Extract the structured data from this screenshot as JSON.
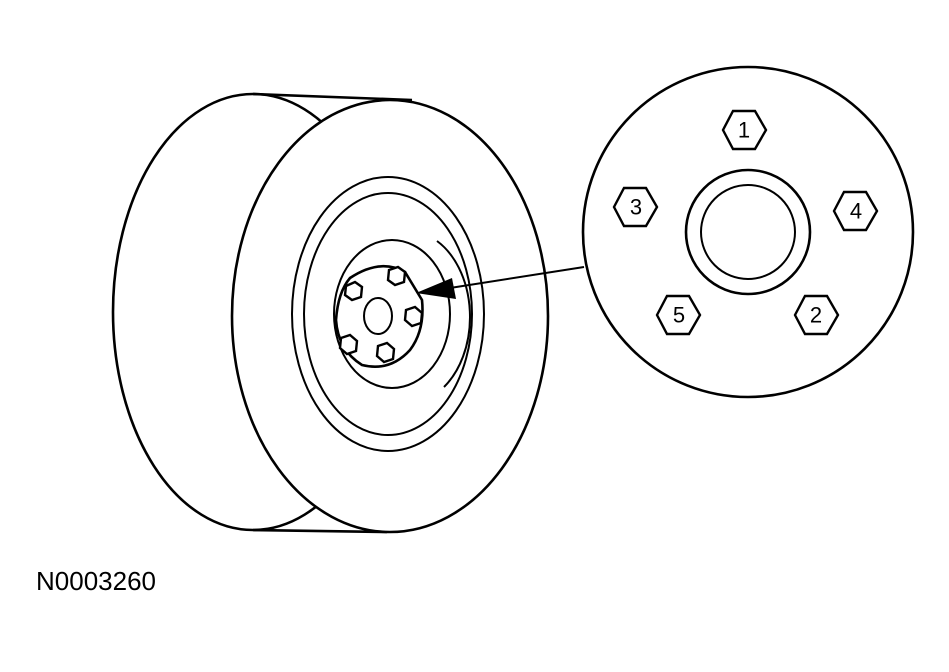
{
  "figure_id": "N0003260",
  "tightening_sequence": [
    {
      "label": "1"
    },
    {
      "label": "2"
    },
    {
      "label": "3"
    },
    {
      "label": "4"
    },
    {
      "label": "5"
    }
  ]
}
